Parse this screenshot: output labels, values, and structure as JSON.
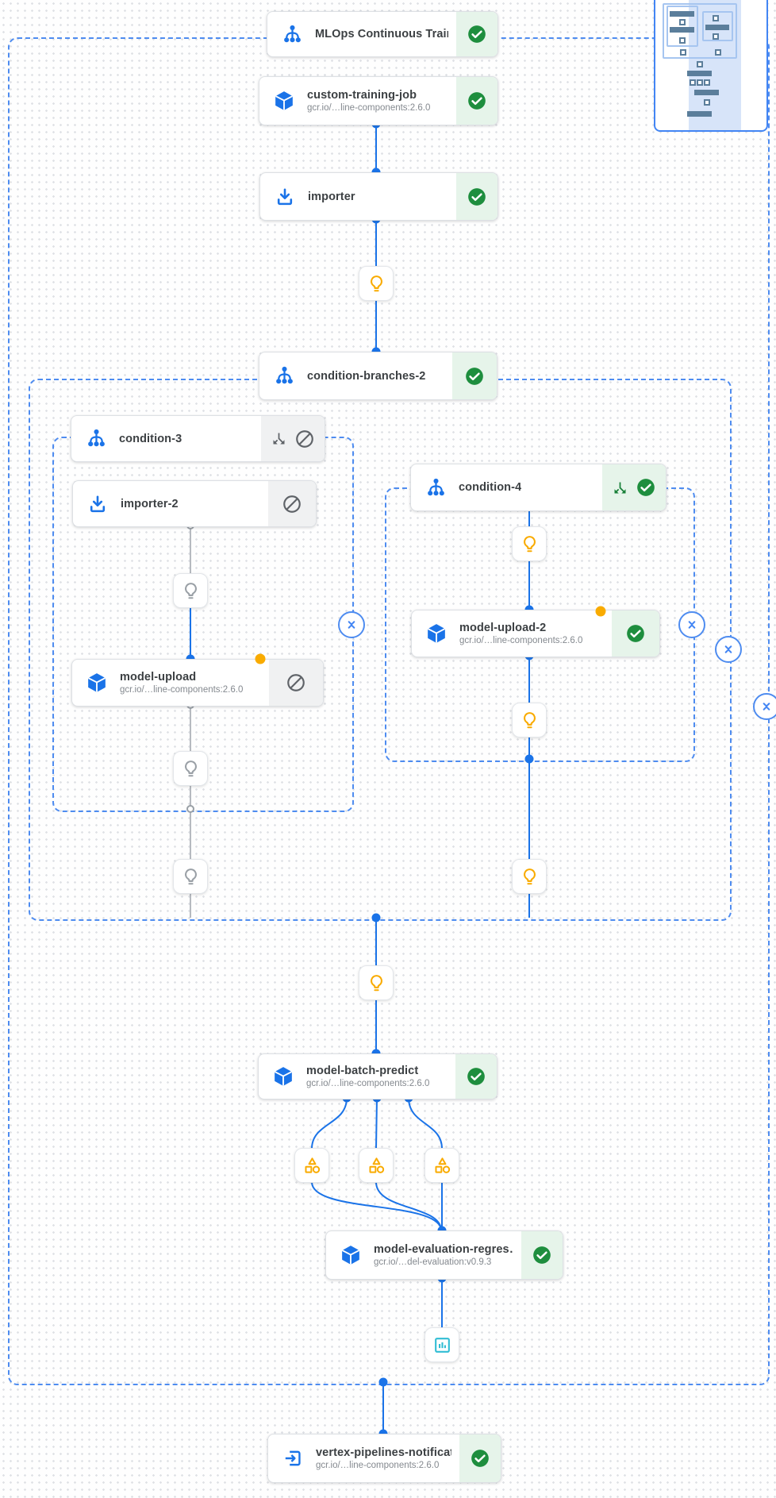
{
  "pipeline": {
    "title": "MLOps Continuous Traini…"
  },
  "colors": {
    "accent_blue": "#1a73e8",
    "dashed_border_blue": "#4e8cf0",
    "success_green": "#1e8e3e",
    "success_bg": "#e6f4ea",
    "skipped_gray": "#5f6368",
    "skipped_bg": "#f0f1f2",
    "artifact_yellow": "#f9ab00",
    "metrics_teal": "#30bdd4"
  },
  "nodes": [
    {
      "id": "mlops-root",
      "title": "MLOps Continuous Traini…",
      "icon": "pipeline-graph-icon",
      "status": "succeeded",
      "status_icons": [
        "check-circle-icon"
      ]
    },
    {
      "id": "custom-training-job",
      "title": "custom-training-job",
      "subtitle": "gcr.io/…line-components:2.6.0",
      "icon": "cube-icon",
      "status": "succeeded",
      "status_icons": [
        "check-circle-icon"
      ]
    },
    {
      "id": "importer",
      "title": "importer",
      "icon": "download-icon",
      "status": "succeeded",
      "status_icons": [
        "check-circle-icon"
      ]
    },
    {
      "id": "condition-branches-2",
      "title": "condition-branches-2",
      "icon": "pipeline-graph-icon",
      "status": "succeeded",
      "status_icons": [
        "check-circle-icon"
      ]
    },
    {
      "id": "condition-3",
      "title": "condition-3",
      "icon": "pipeline-graph-icon",
      "status": "skipped",
      "status_icons": [
        "call-split-icon",
        "blocked-icon"
      ]
    },
    {
      "id": "importer-2",
      "title": "importer-2",
      "icon": "download-icon",
      "status": "skipped",
      "status_icons": [
        "blocked-icon"
      ]
    },
    {
      "id": "model-upload",
      "title": "model-upload",
      "subtitle": "gcr.io/…line-components:2.6.0",
      "icon": "cube-icon",
      "status": "skipped",
      "status_icons": [
        "blocked-icon"
      ]
    },
    {
      "id": "condition-4",
      "title": "condition-4",
      "icon": "pipeline-graph-icon",
      "status": "succeeded",
      "status_icons": [
        "call-split-icon",
        "check-circle-icon"
      ]
    },
    {
      "id": "model-upload-2",
      "title": "model-upload-2",
      "subtitle": "gcr.io/…line-components:2.6.0",
      "icon": "cube-icon",
      "status": "succeeded",
      "status_icons": [
        "check-circle-icon"
      ]
    },
    {
      "id": "model-batch-predict",
      "title": "model-batch-predict",
      "subtitle": "gcr.io/…line-components:2.6.0",
      "icon": "cube-icon",
      "status": "succeeded",
      "status_icons": [
        "check-circle-icon"
      ]
    },
    {
      "id": "model-evaluation-regression",
      "title": "model-evaluation-regres…",
      "subtitle": "gcr.io/…del-evaluation:v0.9.3",
      "icon": "cube-icon",
      "status": "succeeded",
      "status_icons": [
        "check-circle-icon"
      ]
    },
    {
      "id": "vertex-pipelines-notification",
      "title": "vertex-pipelines-notificat…",
      "subtitle": "gcr.io/…line-components:2.6.0",
      "icon": "exit-icon",
      "status": "succeeded",
      "status_icons": [
        "check-circle-icon"
      ]
    }
  ],
  "artifact_icons": {
    "lightbulb": "lightbulb-icon",
    "category": "category-artifact-icon",
    "metrics": "bar-chart-icon",
    "collapse": "collapse-chevrons-icon"
  }
}
